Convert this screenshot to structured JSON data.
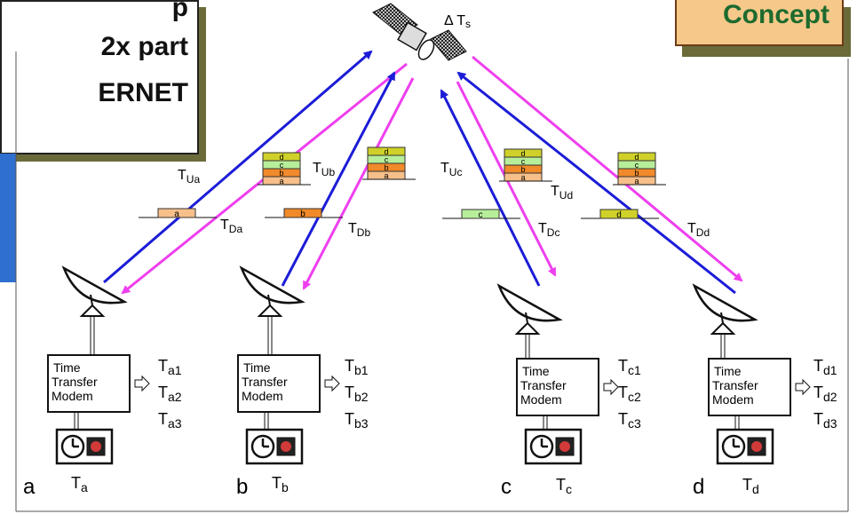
{
  "title_lines": [
    "p",
    "2x part",
    "ERNET"
  ],
  "concept_label": "Concept",
  "satellite_label": "Δ T",
  "satellite_label_sub": "s",
  "colors": {
    "uplink": "#1c1cd8",
    "downlink": "#ee3fee",
    "frame_shadow": "#6b6b3a",
    "concept_fill": "#f6c98a",
    "concept_text": "#1d6a2e",
    "panel_blue": "#2f6fd0"
  },
  "modem_lines": [
    "Time",
    "Transfer",
    "Modem"
  ],
  "stations": [
    {
      "letter": "a",
      "clock_main": "T",
      "clock_sub": "a",
      "up_main": "T",
      "up_sub": "Ua",
      "down_main": "T",
      "down_sub": "Da",
      "times": [
        {
          "m": "T",
          "s": "a1"
        },
        {
          "m": "T",
          "s": "a2"
        },
        {
          "m": "T",
          "s": "a3"
        }
      ],
      "down_packet": "a",
      "stack": [
        "d",
        "c",
        "b",
        "a"
      ]
    },
    {
      "letter": "b",
      "clock_main": "T",
      "clock_sub": "b",
      "up_main": "T",
      "up_sub": "Ub",
      "down_main": "T",
      "down_sub": "Db",
      "times": [
        {
          "m": "T",
          "s": "b1"
        },
        {
          "m": "T",
          "s": "b2"
        },
        {
          "m": "T",
          "s": "b3"
        }
      ],
      "down_packet": "b",
      "stack": [
        "d",
        "c",
        "b",
        "a"
      ]
    },
    {
      "letter": "c",
      "clock_main": "T",
      "clock_sub": "c",
      "up_main": "T",
      "up_sub": "Uc",
      "down_main": "T",
      "down_sub": "Dc",
      "times": [
        {
          "m": "T",
          "s": "c1"
        },
        {
          "m": "T",
          "s": "c2"
        },
        {
          "m": "T",
          "s": "c3"
        }
      ],
      "down_packet": "c",
      "stack": [
        "d",
        "c",
        "b",
        "a"
      ]
    },
    {
      "letter": "d",
      "clock_main": "T",
      "clock_sub": "d",
      "up_main": "T",
      "up_sub": "Ud",
      "down_main": "T",
      "down_sub": "Dd",
      "times": [
        {
          "m": "T",
          "s": "d1"
        },
        {
          "m": "T",
          "s": "d2"
        },
        {
          "m": "T",
          "s": "d3"
        }
      ],
      "down_packet": "d",
      "stack": [
        "d",
        "c",
        "b",
        "a"
      ]
    }
  ]
}
